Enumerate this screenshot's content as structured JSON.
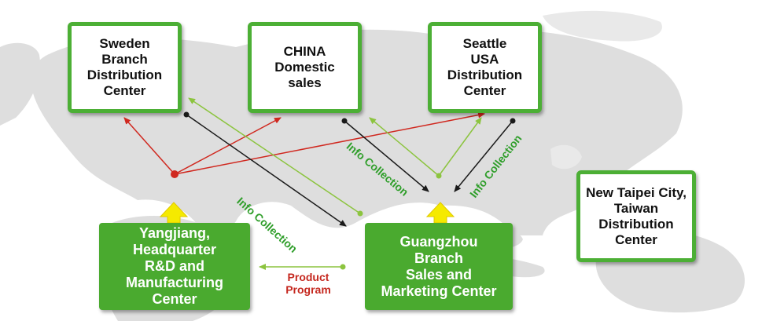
{
  "boxes": {
    "sweden": "Sweden\nBranch\nDistribution\nCenter",
    "china": "CHINA\nDomestic\nsales",
    "seattle": "Seattle\nUSA\nDistribution\nCenter",
    "taipei": "New Taipei City,\nTaiwan\nDistribution\nCenter",
    "yangjiang": "Yangjiang,\nHeadquarter\nR&D and\nManufacturing\nCenter",
    "guangzhou": "Guangzhou\nBranch\nSales and\nMarketing Center"
  },
  "labels": {
    "info_collection_1": "Info Collection",
    "info_collection_2": "Info Collection",
    "info_collection_3": "Info Collection",
    "product_program": "Product\nProgram"
  },
  "colors": {
    "box_border": "#4caf35",
    "green_fill": "#4aaa2f",
    "arrow_red": "#d0281f",
    "arrow_black": "#1a1a1a",
    "arrow_green": "#8cc43f",
    "marker_yellow": "#f5ea00",
    "map": "#dcdcdc"
  }
}
